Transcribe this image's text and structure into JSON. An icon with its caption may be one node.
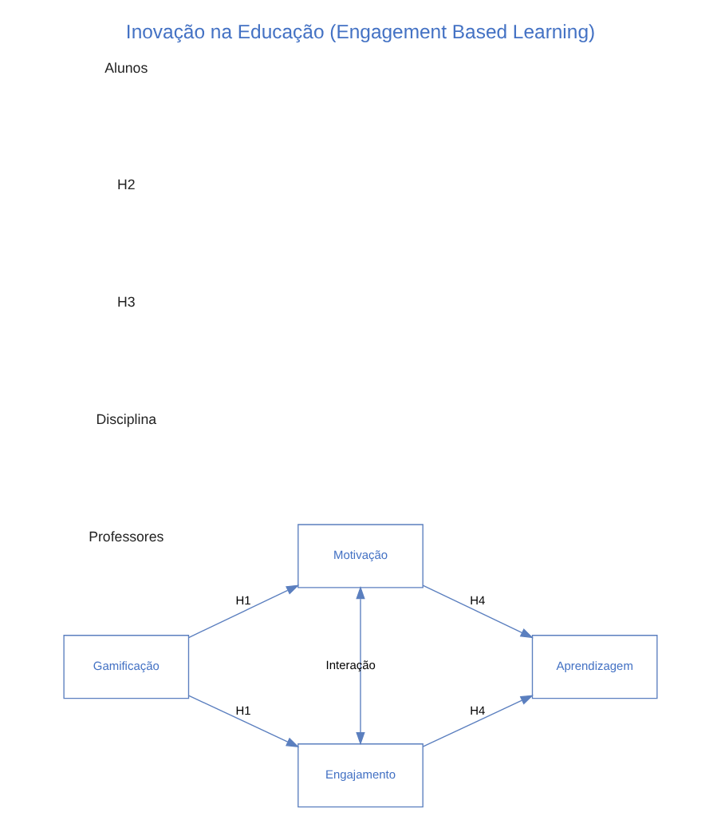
{
  "diagram": {
    "title": "Inovação na Educação (Engagement Based Learning)",
    "nodes": [
      {
        "text": [
          "Gamificação"
        ]
      },
      {
        "text": [
          "Motivação"
        ]
      },
      {
        "text": [
          "Engajamento"
        ]
      },
      {
        "text": [
          "Aprendizagem"
        ]
      }
    ],
    "edges": [
      {
        "from": 0,
        "to": 1,
        "arrow": "to",
        "label": "H1"
      },
      {
        "from": 0,
        "to": 2,
        "arrow": "to",
        "label": "H1"
      },
      {
        "from": 1,
        "to": 2,
        "arrow": "both",
        "label": "Interação"
      },
      {
        "from": 1,
        "to": 3,
        "arrow": "to",
        "label": "H4"
      },
      {
        "from": 2,
        "to": 3,
        "arrow": "to",
        "label": "H4"
      }
    ],
    "labels": [
      "Professores",
      "Disciplina",
      "H3",
      "H2",
      "Alunos"
    ]
  }
}
